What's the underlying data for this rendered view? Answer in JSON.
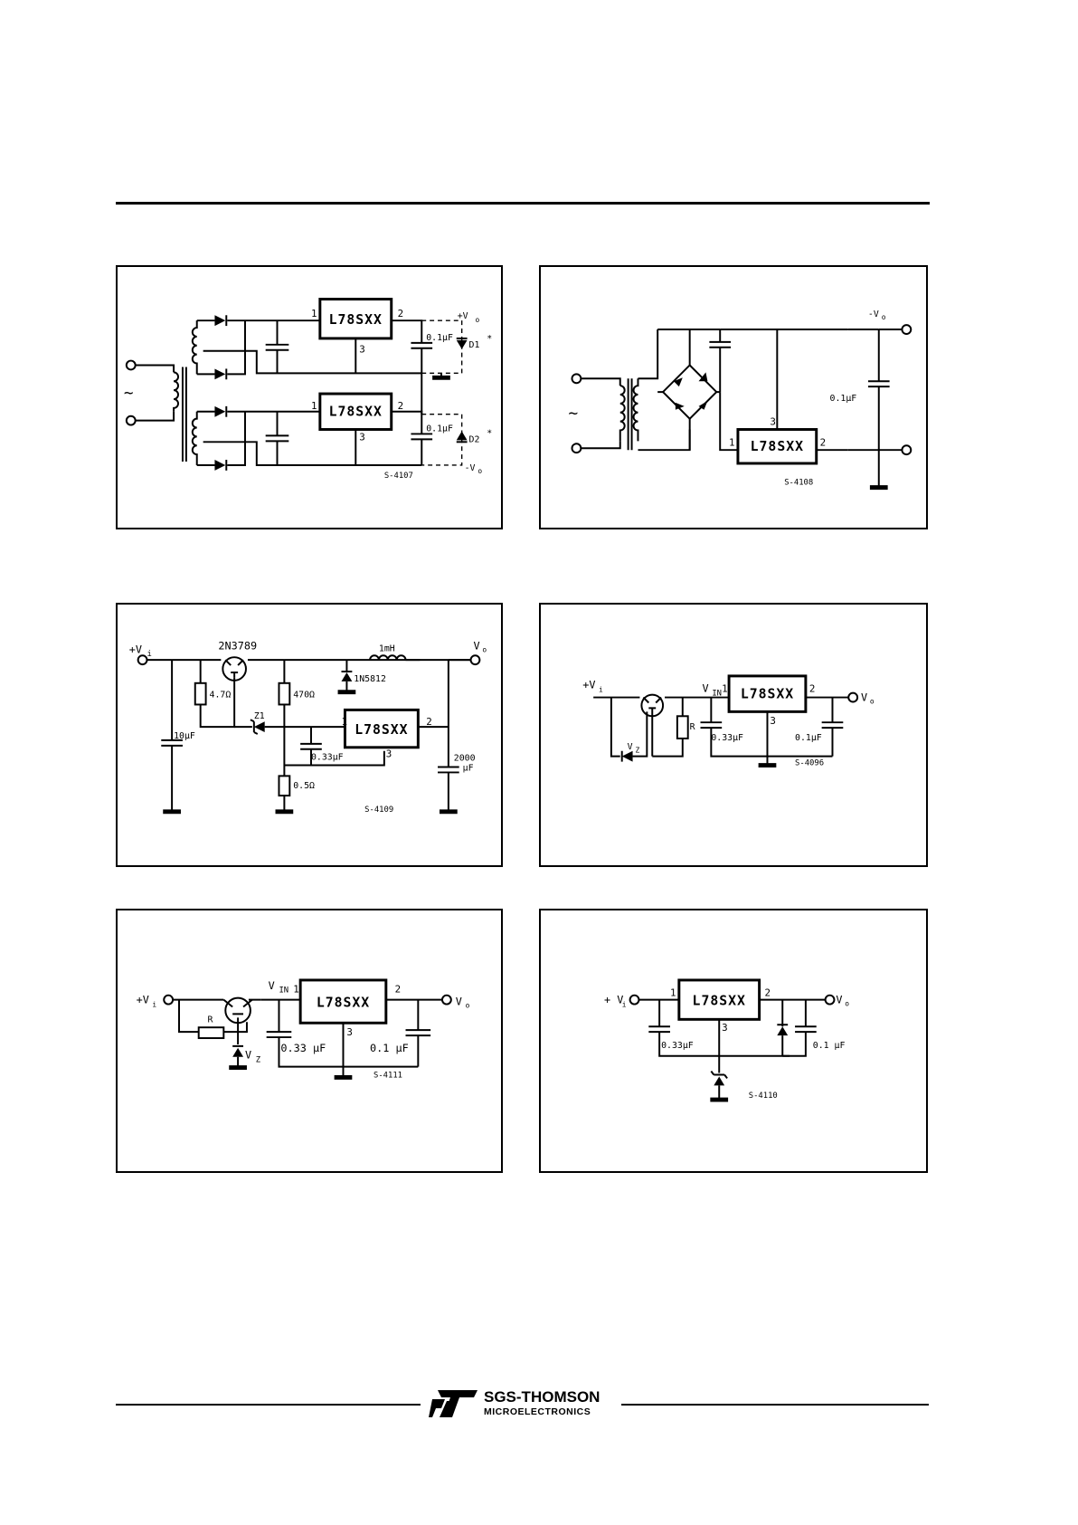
{
  "chip_label": "L78SXX",
  "footer": {
    "brand": "SGS-THOMSON",
    "sub": "MICROELECTRONICS",
    "logo": "st-logo"
  },
  "fig1": {
    "code": "S-4107",
    "pin1": "1",
    "pin2": "2",
    "pin3": "3",
    "out_pos": "+V",
    "out_neg": "-V",
    "o": "o",
    "cap": "0.1µF",
    "d1": "D1",
    "d2": "D2",
    "star": "*",
    "ac": "~"
  },
  "fig2": {
    "code": "S-4108",
    "out": "-V",
    "o": "o",
    "cap": "0.1µF",
    "pin1": "1",
    "pin2": "2",
    "pin3": "3",
    "ac": "~"
  },
  "fig3": {
    "code": "S-4109",
    "vi": "+V",
    "i": "i",
    "vo": "V",
    "o": "o",
    "transistor": "2N3789",
    "r1": "4.7Ω",
    "r2": "470Ω",
    "r3": "0.5Ω",
    "inductor": "1mH",
    "diode": "1N5812",
    "zener": "Z1",
    "c1": "10µF",
    "c2": "0.33µF",
    "c3a": "2000",
    "c3b": "µF",
    "pin1": "1",
    "pin2": "2",
    "pin3": "3"
  },
  "fig4": {
    "code": "S-4096",
    "vi": "+V",
    "i": "i",
    "vin": "V",
    "in": "IN",
    "vo": "V",
    "o": "o",
    "r": "R",
    "vz": "V",
    "z": "Z",
    "c1": "0.33µF",
    "c2": "0.1µF",
    "pin1": "1",
    "pin2": "2",
    "pin3": "3"
  },
  "fig5": {
    "code": "S-4111",
    "vi": "+V",
    "i": "i",
    "vin": "V",
    "in": "IN",
    "vo": "V",
    "o": "o",
    "r": "R",
    "vz": "V",
    "z": "Z",
    "c1": "0.33 µF",
    "c2": "0.1 µF",
    "pin1": "1",
    "pin2": "2",
    "pin3": "3"
  },
  "fig6": {
    "code": "S-4110",
    "vi": "+ V",
    "i": "i",
    "vo": "V",
    "o": "o",
    "c1": "0.33µF",
    "c2": "0.1 µF",
    "pin1": "1",
    "pin2": "2",
    "pin3": "3"
  }
}
